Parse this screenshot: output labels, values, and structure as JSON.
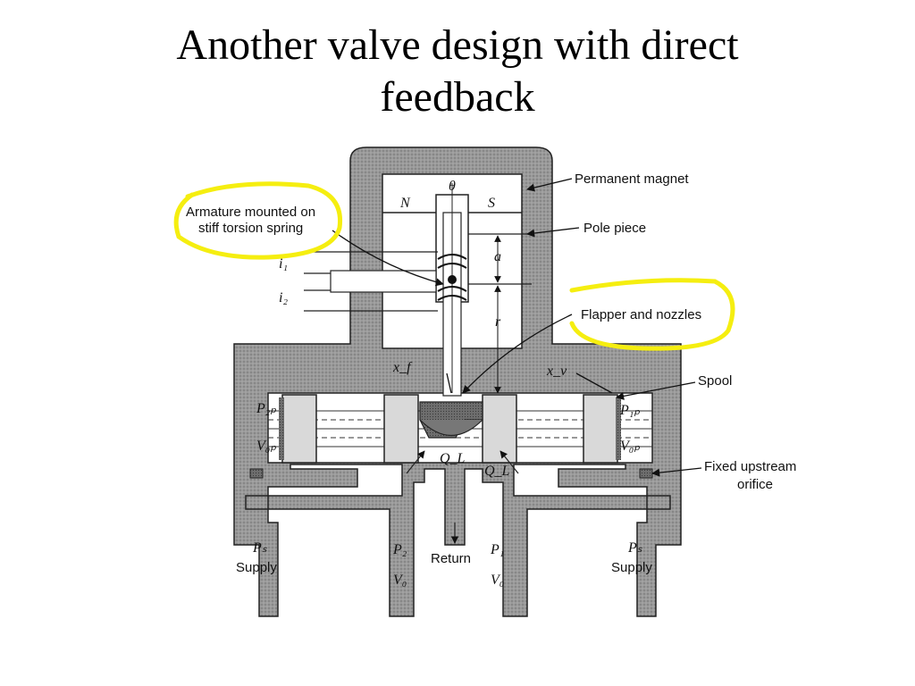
{
  "slide": {
    "title_line1": "Another valve design with direct",
    "title_line2": "feedback"
  },
  "diagram": {
    "labels": {
      "permanent_magnet": "Permanent magnet",
      "pole_piece": "Pole piece",
      "armature_line1": "Armature mounted on",
      "armature_line2": "stiff torsion spring",
      "flapper": "Flapper and nozzles",
      "spool": "Spool",
      "fixed_orifice_line1": "Fixed upstream",
      "fixed_orifice_line2": "orifice",
      "return": "Return",
      "supply_left": "Supply",
      "supply_right": "Supply"
    },
    "symbols": {
      "theta": "θ",
      "north": "N",
      "south": "S",
      "i1": "i₁",
      "i2": "i₂",
      "a": "a",
      "r": "r",
      "xf": "x_f",
      "xv": "x_v",
      "p2p": "P₂ₚ",
      "v0p_left": "V₀ₚ",
      "p1p": "P₁ₚ",
      "v0p_right": "V₀ₚ",
      "ql_left": "Q_L",
      "ql_right": "Q_L",
      "ps_left": "Pₛ",
      "ps_right": "Pₛ",
      "p2": "P₂",
      "v0_left": "V₀",
      "p1": "P₁",
      "v0_right": "V₀"
    },
    "colors": {
      "highlight": "#f5ee10",
      "housing": "#8c8c8c",
      "ink": "#111111"
    }
  }
}
